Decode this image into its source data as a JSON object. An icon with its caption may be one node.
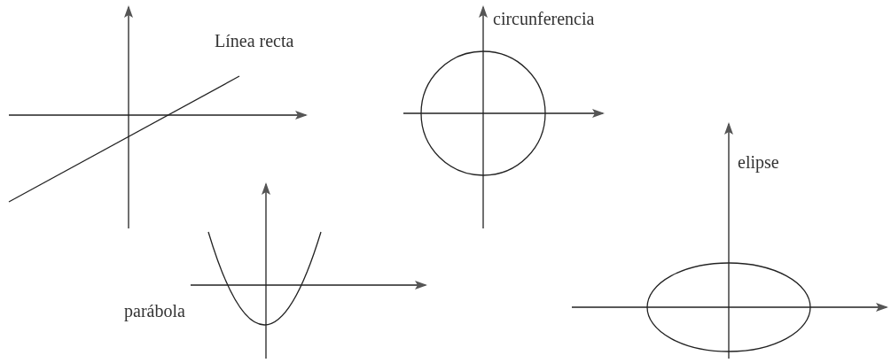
{
  "diagram": {
    "labels": [
      "circunferencia",
      "Línea recta",
      "elipse",
      "parábola"
    ]
  }
}
